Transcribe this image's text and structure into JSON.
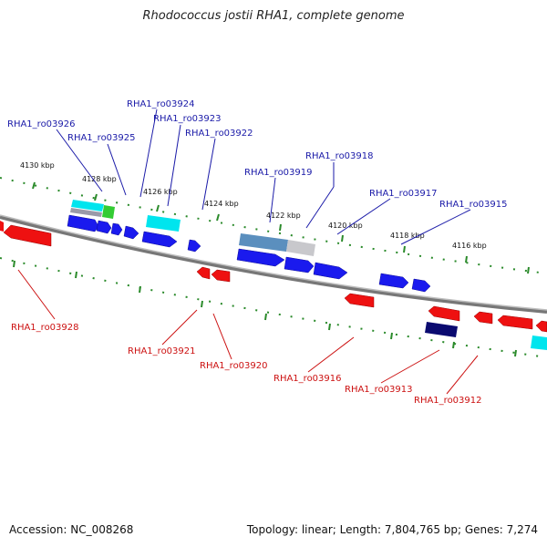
{
  "title": "Rhodococcus jostii RHA1, complete genome",
  "accession_label": "Accession: NC_008268",
  "summary_label": "Topology: linear; Length: 7,804,765 bp; Genes: 7,274",
  "colors": {
    "forward_gene": "#1a1aee",
    "reverse_gene": "#ee1111",
    "forward_label": "#1a1aa8",
    "reverse_label": "#cc1111",
    "backbone": "#8a8a8a",
    "tick": "#2a8a2a"
  },
  "scale_ticks": [
    "4130 kbp",
    "4128 kbp",
    "4126 kbp",
    "4124 kbp",
    "4122 kbp",
    "4120 kbp",
    "4118 kbp",
    "4116 kbp"
  ],
  "forward_genes": [
    "RHA1_ro03926",
    "RHA1_ro03925",
    "RHA1_ro03924",
    "RHA1_ro03923",
    "RHA1_ro03922",
    "RHA1_ro03919",
    "RHA1_ro03918",
    "RHA1_ro03917",
    "RHA1_ro03915"
  ],
  "reverse_genes": [
    "RHA1_ro03928",
    "RHA1_ro03921",
    "RHA1_ro03920",
    "RHA1_ro03916",
    "RHA1_ro03913",
    "RHA1_ro03912"
  ]
}
